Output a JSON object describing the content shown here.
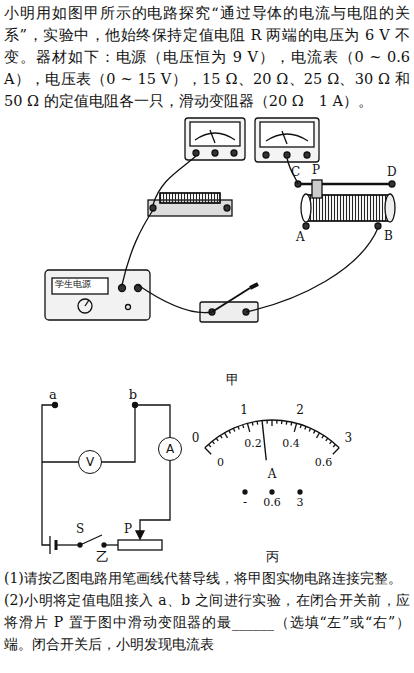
{
  "diagram": {
    "nodes": [
      {
        "text": [
          "V"
        ]
      },
      {
        "text": [
          "A"
        ]
      }
    ],
    "labels": [
      "小明用如图甲所示的电路探究“通过导体的电流与电阻的关系”，实验中，他始终保持定值电阻 R 两端的电压为 6 V 不变。器材如下：电源（电压恒为 9 V），电流表（0 ~ 0.6 A），电压表（0 ~ 15 V），15 Ω、20 Ω、25 Ω、30 Ω 和 50 Ω 的定值电阻各一只，滑动变阻器（20 Ω　1 A）。",
      "C",
      "P",
      "D",
      "A",
      "B",
      "学生电源",
      "甲",
      "a",
      "b",
      "S",
      "P",
      "乙",
      "0",
      "1",
      "2",
      "3",
      "0",
      "0.2",
      "0.4",
      "0.6",
      "A",
      "-",
      "0.6",
      "3",
      "丙",
      "(1)请按乙图电路用笔画线代替导线，将甲图实物电路连接完整。",
      "(2)小明将定值电阻接入 a、b 之间进行实验，在闭合开关前，应将滑片 P 置于图中滑动变阻器的最______（选填“左”或“右”）端。闭合开关后，小明发现电流表"
    ]
  }
}
